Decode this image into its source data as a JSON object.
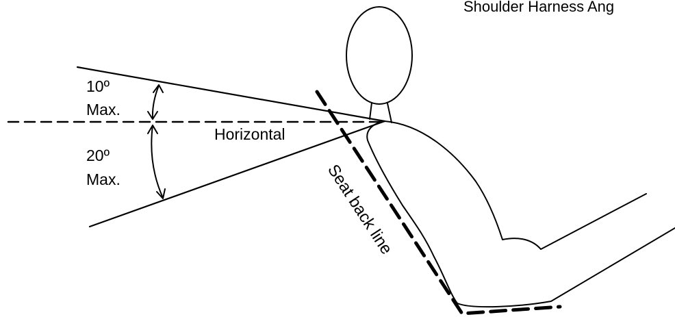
{
  "figure": {
    "title": "Shoulder Harness Ang",
    "upper_angle": {
      "value": "10º",
      "qualifier": "Max."
    },
    "lower_angle": {
      "value": "20º",
      "qualifier": "Max."
    },
    "horizontal_label": "Horizontal",
    "seat_back_label": "Seat back line",
    "line_color": "#000000",
    "background_color": "#ffffff"
  }
}
